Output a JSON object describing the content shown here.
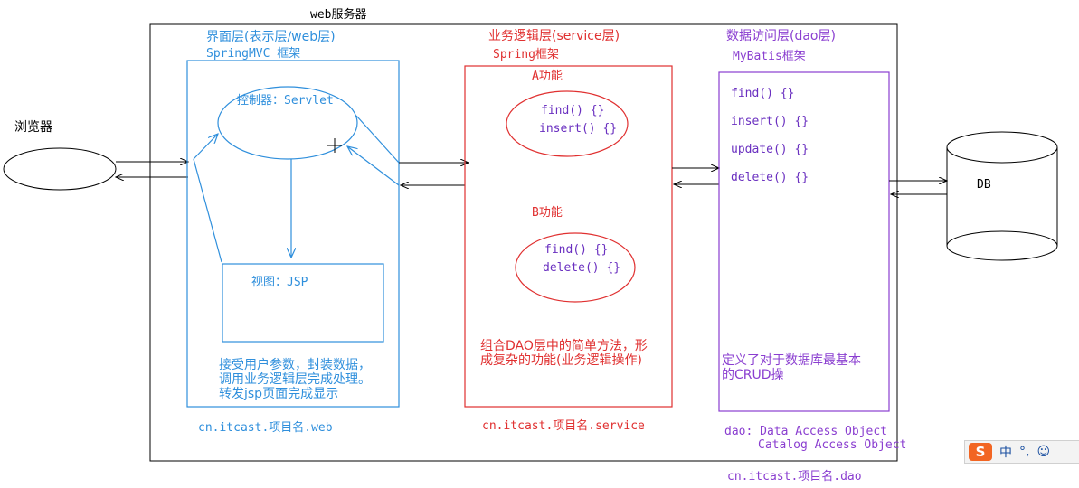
{
  "colors": {
    "black": "#000000",
    "blue": "#2f8fdc",
    "red": "#e03030",
    "purple": "#8a3ed0",
    "ui_blue": "#1a4fa0"
  },
  "server": {
    "title": "web服务器"
  },
  "browser": {
    "label": "浏览器"
  },
  "web_layer": {
    "title": "界面层(表示层/web层)",
    "framework": "SpringMVC 框架",
    "controller_label": "控制器：Servlet",
    "view_label": "视图：JSP",
    "desc_line1": "接受用户参数，封装数据，",
    "desc_line2": "调用业务逻辑层完成处理。",
    "desc_line3": "转发jsp页面完成显示",
    "package": "cn.itcast.项目名.web"
  },
  "service_layer": {
    "title": "业务逻辑层(service层)",
    "framework": "Spring框架",
    "a_title": "A功能",
    "a_method1": "find() {}",
    "a_method2": "insert() {}",
    "b_title": "B功能",
    "b_method1": "find() {}",
    "b_method2": "delete() {}",
    "desc_line1": "组合DAO层中的简单方法，形",
    "desc_line2": "成复杂的功能(业务逻辑操作)",
    "package": "cn.itcast.项目名.service"
  },
  "dao_layer": {
    "title": "数据访问层(dao层)",
    "framework": "MyBatis框架",
    "method1": "find() {}",
    "method2": "insert() {}",
    "method3": "update() {}",
    "method4": "delete() {}",
    "desc_line1": "定义了对于数据库最基本",
    "desc_line2": "的CRUD操",
    "abbr_line1": "dao: Data Access Object",
    "abbr_line2": "Catalog Access Object",
    "package": "cn.itcast.项目名.dao"
  },
  "database": {
    "label": "DB"
  },
  "ime": {
    "logo": "S",
    "lang": "中",
    "punct": "°,",
    "emoji": "☺"
  }
}
